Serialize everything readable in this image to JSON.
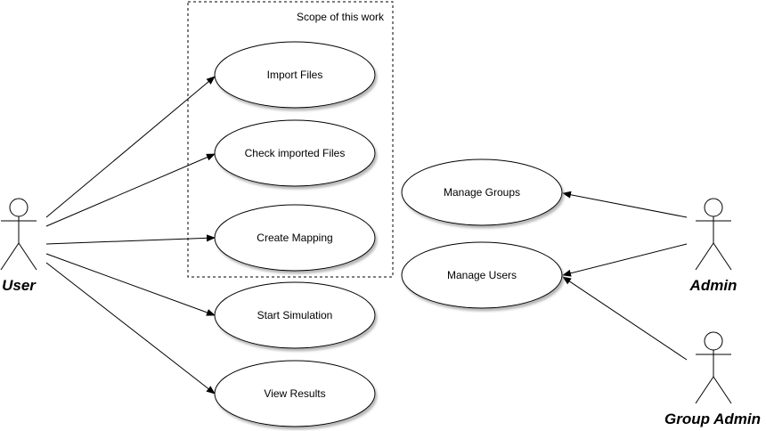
{
  "scope": {
    "label": "Scope of this work"
  },
  "actors": {
    "user": "User",
    "admin": "Admin",
    "group_admin": "Group Admin"
  },
  "use_cases": {
    "import_files": "Import Files",
    "check_imported_files": "Check imported Files",
    "create_mapping": "Create Mapping",
    "start_simulation": "Start Simulation",
    "view_results": "View Results",
    "manage_groups": "Manage Groups",
    "manage_users": "Manage Users"
  },
  "colors": {
    "stroke": "#000000",
    "fill": "#ffffff",
    "shadow": "#888888"
  }
}
